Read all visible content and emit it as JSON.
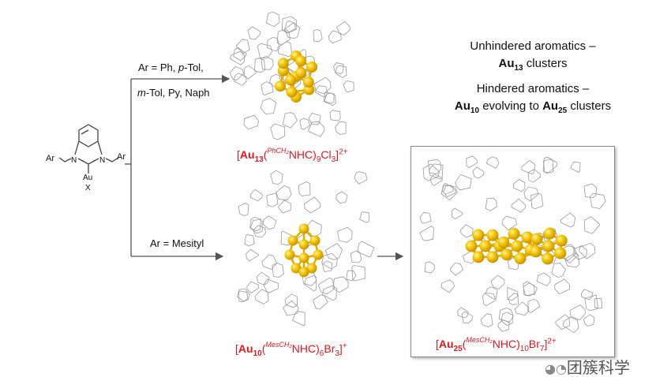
{
  "precursor": {
    "ar_left": "Ar",
    "ar_right": "Ar",
    "n1": "N",
    "n2": "N",
    "metal": "Au",
    "halide": "X"
  },
  "top_branch": {
    "condition_line1_a": "Ar = Ph, ",
    "condition_line1_b": "p",
    "condition_line1_c": "-Tol,",
    "condition_line2_a": "m",
    "condition_line2_b": "-Tol, Py, Naph",
    "product": {
      "open": "[",
      "metal": "Au",
      "metal_count": "13",
      "ligand_prefix": "PhCH₂",
      "ligand": "NHC)",
      "ligand_count": "9",
      "halide": "Cl",
      "halide_count": "3",
      "charge": "2+",
      "paren": "("
    }
  },
  "bottom_branch": {
    "condition": "Ar = Mesityl",
    "product": {
      "open": "[",
      "metal": "Au",
      "metal_count": "10",
      "ligand_prefix": "MesCH₂",
      "ligand": "NHC)",
      "ligand_count": "6",
      "halide": "Br",
      "halide_count": "3",
      "charge": "+",
      "paren": "("
    }
  },
  "evolved_product": {
    "open": "[",
    "metal": "Au",
    "metal_count": "25",
    "ligand_prefix": "MesCH₂",
    "ligand": "NHC)",
    "ligand_count": "10",
    "halide": "Br",
    "halide_count": "7",
    "charge": "2+",
    "paren": "("
  },
  "summary": {
    "line1": "Unhindered aromatics –",
    "line2_metal": "Au",
    "line2_count": "13",
    "line2_rest": " clusters",
    "line3": "Hindered aromatics –",
    "line4_metal1": "Au",
    "line4_count1": "10",
    "line4_mid": " evolving to ",
    "line4_metal2": "Au",
    "line4_count2": "25",
    "line4_rest": " clusters"
  },
  "watermark": "团簇科学",
  "colors": {
    "gold": "#f5c400",
    "red": "#e8141c",
    "ligand": "#9a9a9a"
  }
}
